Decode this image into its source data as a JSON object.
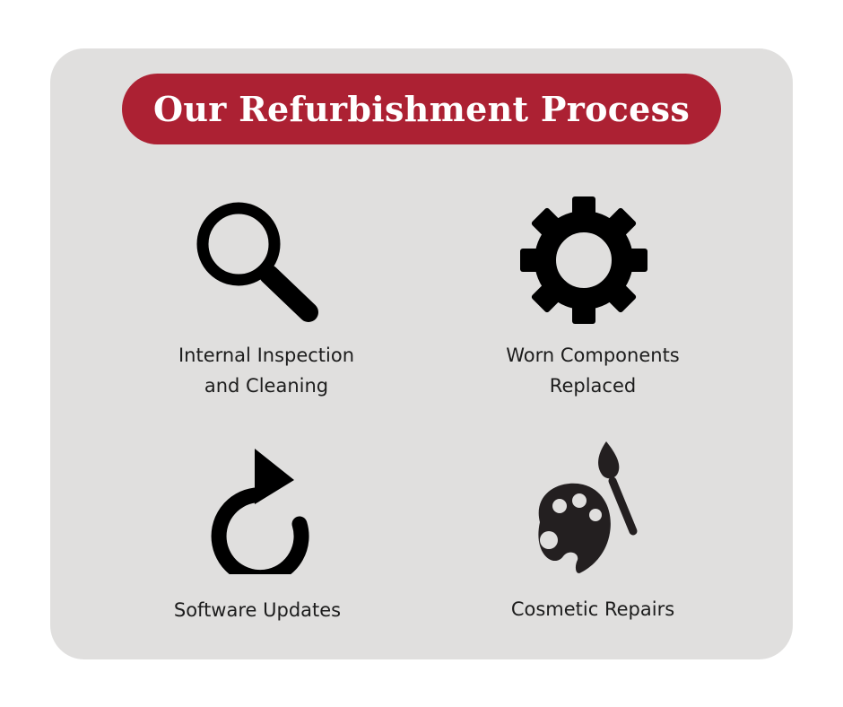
{
  "title": "Our Refurbishment Process",
  "colors": {
    "card_background": "#e0dfde",
    "title_background": "#ac2133",
    "title_text": "#ffffff",
    "icon": "#000000",
    "label_text": "#1c1c1c"
  },
  "steps": [
    {
      "icon": "magnifying-glass-icon",
      "lines": [
        "Internal Inspection",
        "and Cleaning"
      ]
    },
    {
      "icon": "gear-icon",
      "lines": [
        "Worn Components",
        "Replaced"
      ]
    },
    {
      "icon": "refresh-arrow-icon",
      "lines": [
        "Software Updates"
      ]
    },
    {
      "icon": "paint-palette-icon",
      "lines": [
        "Cosmetic Repairs"
      ]
    }
  ]
}
